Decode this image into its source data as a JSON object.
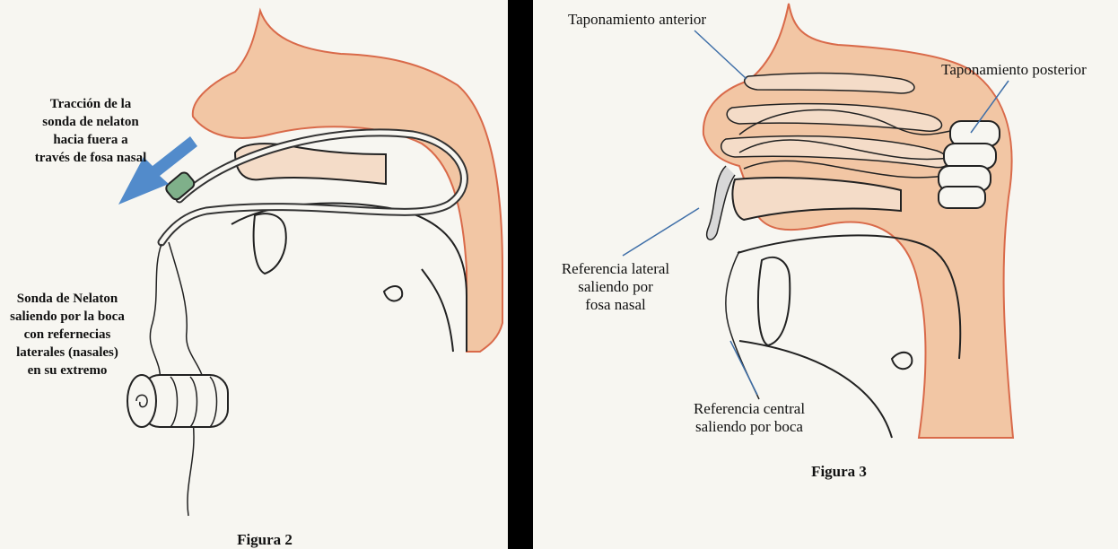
{
  "figure2": {
    "traction_label": [
      "Tracción de la",
      "sonda de nelaton",
      "hacia fuera a",
      "través de fosa nasal"
    ],
    "catheter_label": [
      "Sonda de Nelaton",
      "saliendo por la boca",
      "con refernecias",
      "laterales (nasales)",
      "en su extremo"
    ],
    "caption": "Figura 2"
  },
  "figure3": {
    "anterior_label": "Taponamiento anterior",
    "posterior_label": "Taponamiento posterior",
    "lateral_label": [
      "Referencia lateral",
      "saliendo por",
      "fosa  nasal"
    ],
    "central_label": [
      "Referencia central",
      "saliendo  por boca"
    ],
    "caption": "Figura 3"
  },
  "colors": {
    "background": "#000000",
    "paper": "#f7f6f1",
    "tissue": "#f2c6a4",
    "tissue_edge": "#d96a4a",
    "arrow": "#3f7fc6",
    "nelaton_tip": "#7fb08a",
    "outline": "#222222"
  }
}
